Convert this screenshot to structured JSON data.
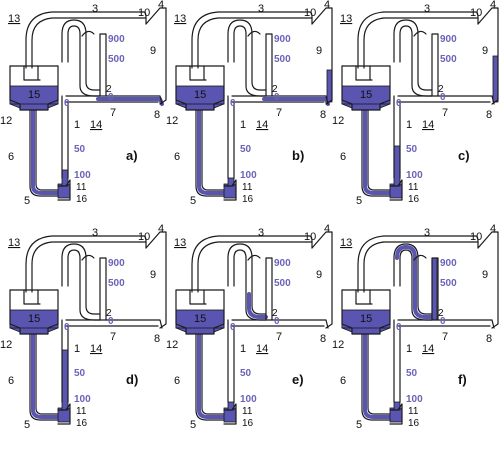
{
  "colors": {
    "liquid": "#5a55b0",
    "accent": "#6a63b8"
  },
  "panels": [
    {
      "letter": "a)",
      "state": "reservoir-full-capillary-bottom"
    },
    {
      "letter": "b)",
      "state": "right-tube-filling"
    },
    {
      "letter": "c)",
      "state": "capillary-to-50"
    },
    {
      "letter": "d)",
      "state": "capillary-to-100"
    },
    {
      "letter": "e)",
      "state": "u-bend-bottom-filled"
    },
    {
      "letter": "f)",
      "state": "u-bend-to-900"
    }
  ],
  "part_labels": {
    "n1": "1",
    "n2": "2",
    "n3": "3",
    "n4": "4",
    "n5": "5",
    "n6": "6",
    "n7": "7",
    "n8": "8",
    "n9": "9",
    "n10": "10",
    "n11": "11",
    "n12": "12",
    "n13": "13",
    "n14": "14",
    "n15": "15",
    "n16": "16"
  },
  "scale_labels": {
    "s900": "900",
    "s500": "500",
    "s0a": "0",
    "s0b": "0",
    "s50": "50",
    "s100": "100"
  }
}
